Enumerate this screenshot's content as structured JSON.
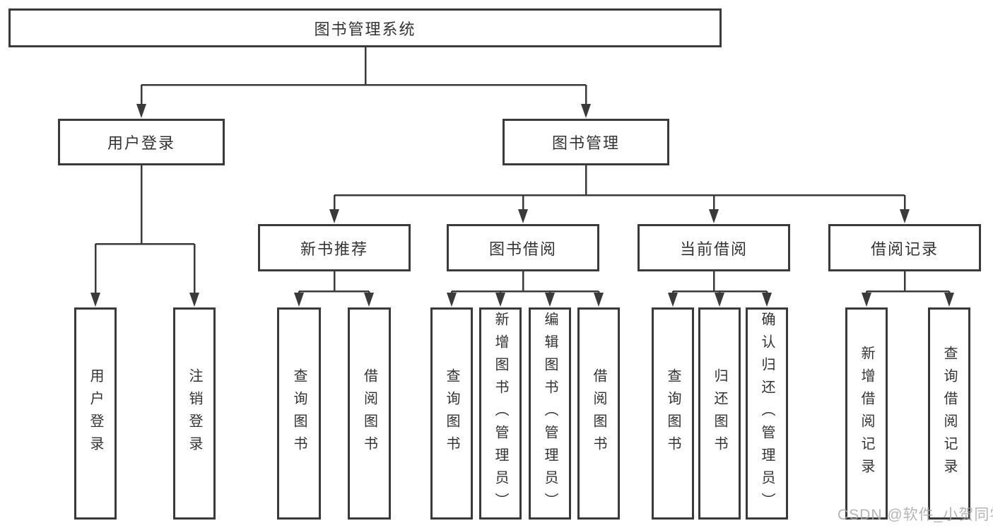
{
  "diagram": {
    "root": {
      "label": "图书管理系统"
    },
    "level2": [
      {
        "label": "用户登录"
      },
      {
        "label": "图书管理"
      }
    ],
    "level3": [
      {
        "label": "新书推荐"
      },
      {
        "label": "图书借阅"
      },
      {
        "label": "当前借阅"
      },
      {
        "label": "借阅记录"
      }
    ],
    "leaves": {
      "user_login": [
        {
          "label": "用户登录"
        },
        {
          "label": "注销登录"
        }
      ],
      "new_book": [
        {
          "label": "查询图书"
        },
        {
          "label": "借阅图书"
        }
      ],
      "book_borrow": [
        {
          "label": "查询图书"
        },
        {
          "label": "新增图书（管理员）"
        },
        {
          "label": "编辑图书（管理员）"
        },
        {
          "label": "借阅图书"
        }
      ],
      "current_borrow": [
        {
          "label": "查询图书"
        },
        {
          "label": "归还图书"
        },
        {
          "label": "确认归还（管理员）"
        }
      ],
      "borrow_record": [
        {
          "label": "新增借阅记录"
        },
        {
          "label": "查询借阅记录"
        }
      ]
    },
    "watermark": "CSDN @软件_小贺同学",
    "colors": {
      "line": "#3a3a3a",
      "text": "#333333",
      "watermark": "#a8a8a8",
      "background": "#ffffff"
    }
  }
}
